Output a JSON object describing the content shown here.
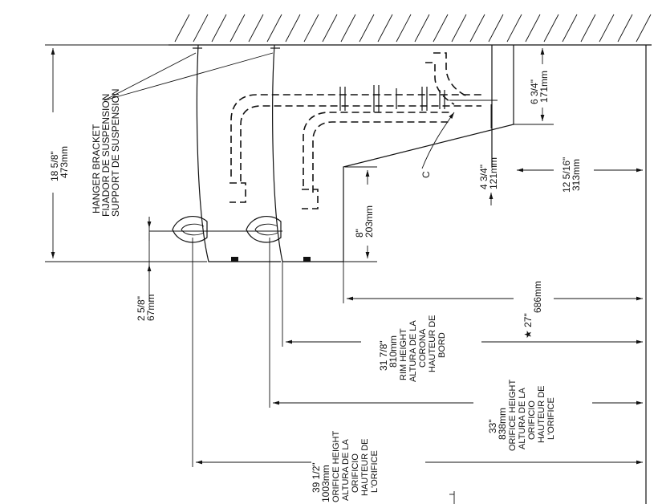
{
  "hanger_bracket": {
    "line1": "HANGER BRACKET",
    "line2": "FIJADOR DE SUSPENSION",
    "line3": "SUPPORT DE SUSPENSION"
  },
  "dims": {
    "overall_height": {
      "in": "18 5/8\"",
      "mm": "473mm"
    },
    "top_offset": {
      "in": "6 3/4\"",
      "mm": "171mm"
    },
    "mid_offset": {
      "in": "4 3/4\"",
      "mm": "121mm"
    },
    "side_right": {
      "in": "12 5/16\"",
      "mm": "313mm"
    },
    "lip": {
      "in": "8\"",
      "mm": "203mm"
    },
    "bottom_left": {
      "in": "2 5/8\"",
      "mm": "67mm"
    },
    "d27": {
      "in": "★ 27\"",
      "mm": "686mm"
    },
    "rim": {
      "in": "31 7/8\"",
      "mm": "810mm",
      "l1": "RIM HEIGHT",
      "l2": "ALTURA DE LA",
      "l3": "CORONA",
      "l4": "HAUTEUR DE",
      "l5": "BORD"
    },
    "orifice33": {
      "in": "33\"",
      "mm": "838mm",
      "l1": "ORIFICE HEIGHT",
      "l2": "ALTURA DE LA",
      "l3": "ORIFICIO",
      "l4": "HAUTEUR DE",
      "l5": "L'ORIFICE"
    },
    "orifice39": {
      "in": "39 1/2\"",
      "mm": "1003mm",
      "l1": "ORIFICE HEIGHT",
      "l2": "ALTURA DE LA",
      "l3": "ORIFICIO",
      "l4": "HAUTEUR DE",
      "l5": "L'ORIFICE"
    }
  },
  "callout_c": "C"
}
